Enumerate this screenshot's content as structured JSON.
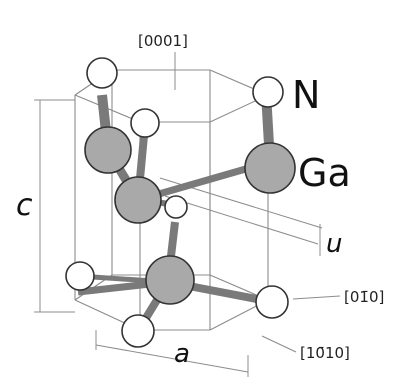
{
  "labels": {
    "axis_0001": "[0001]",
    "atom_N": "N",
    "atom_Ga": "Ga",
    "param_c": "c",
    "param_u": "u",
    "param_a": "a",
    "dir_01_1_0": "[01̄0]",
    "dir_1_0_1_0": "[10̄10]"
  },
  "colors": {
    "nitrogen_atom": "#ffffff",
    "gallium_atom": "#a9a9a9",
    "outline": "#333333",
    "bond": "#7a7a7a",
    "frame": "#8c8c8c"
  }
}
